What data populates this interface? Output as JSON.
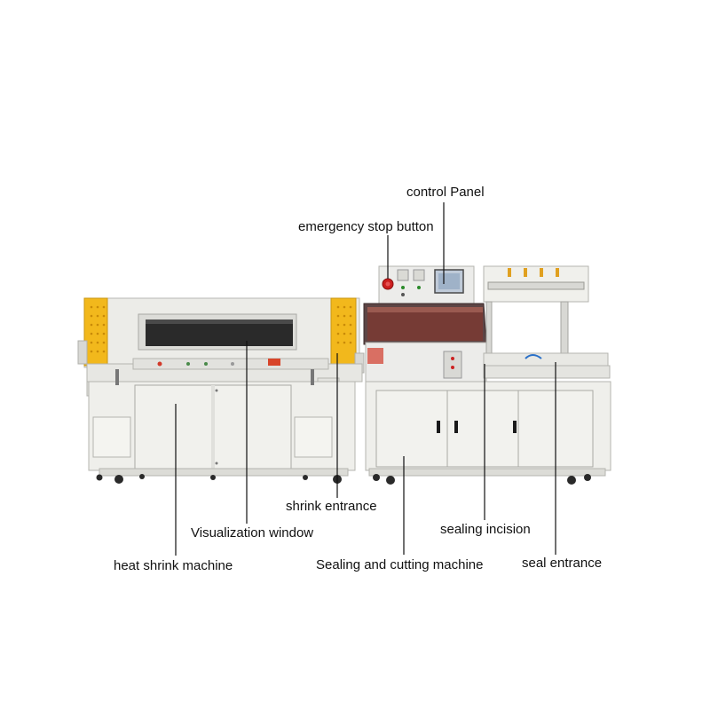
{
  "labels": {
    "control_panel": "control Panel",
    "emergency_stop_button": "emergency stop button",
    "shrink_entrance": "shrink entrance",
    "visualization_window": "Visualization window",
    "sealing_incision": "sealing incision",
    "heat_shrink_machine": "heat shrink machine",
    "sealing_and_cutting_machine": "Sealing and cutting machine",
    "seal_entrance": "seal entrance"
  },
  "colors": {
    "machine_body": "#eeeeea",
    "panel_yellow": "#f2b81c",
    "window_dark": "#2a2a2a",
    "hood_tint": "#7a3a32",
    "emergency_red": "#cc1f1f",
    "leader_line": "#111111"
  }
}
